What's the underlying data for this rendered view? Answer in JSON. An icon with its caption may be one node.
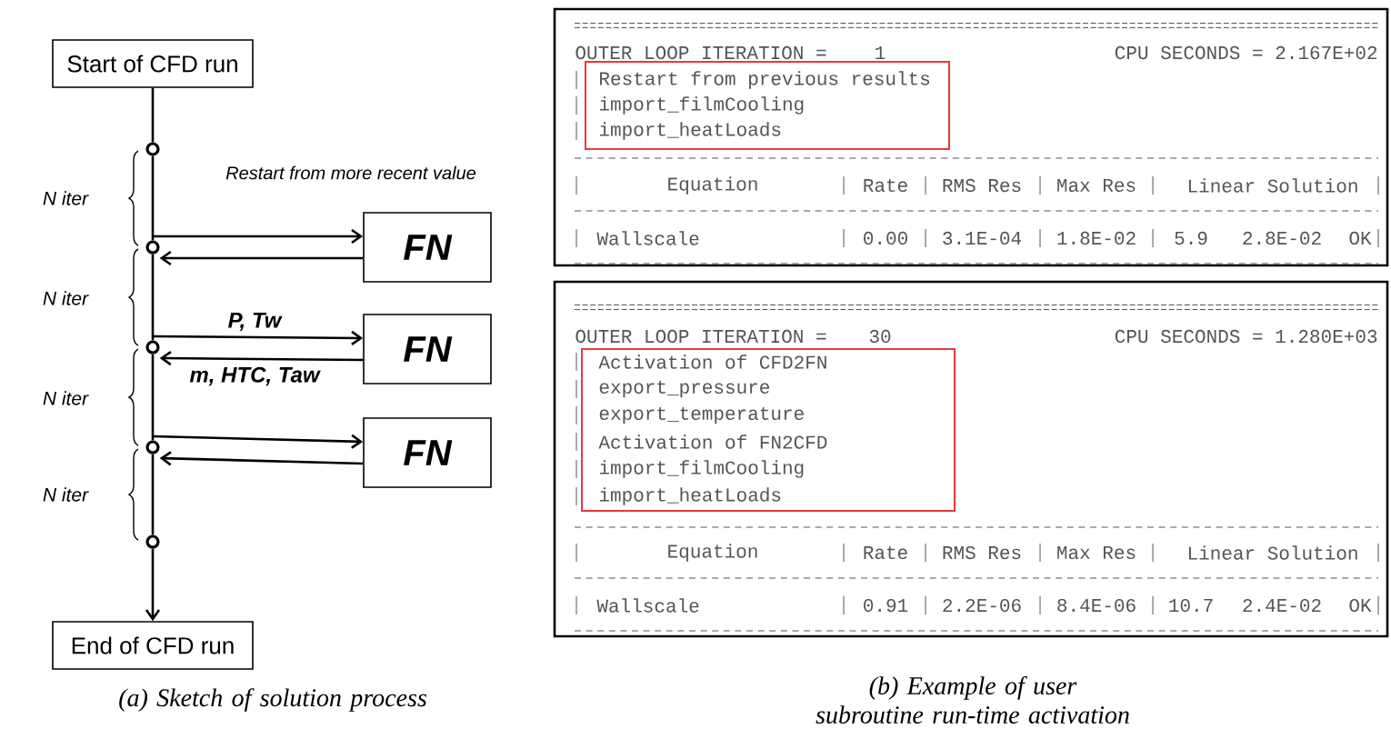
{
  "diagram": {
    "nodes": [
      {
        "text": [
          "Start of CFD run"
        ]
      },
      {
        "text": [],
        "shape": "circle"
      },
      {
        "text": [],
        "shape": "circle"
      },
      {
        "text": [],
        "shape": "circle"
      },
      {
        "text": [],
        "shape": "circle"
      },
      {
        "text": [],
        "shape": "circle"
      },
      {
        "text": [
          "FN"
        ]
      },
      {
        "text": [
          "FN"
        ]
      },
      {
        "text": [
          "FN"
        ]
      },
      {
        "text": [
          "End of CFD run"
        ]
      },
      {
        "text": [
          "OUTER LOOP ITERATION =",
          "1",
          "CPU SECONDS = 2.167E+02",
          "Equation",
          "Rate",
          "RMS Res",
          "Max Res",
          "Linear Solution",
          "Wallscale",
          "0.00",
          "3.1E-04",
          "1.8E-02",
          "5.9",
          "2.8E-02",
          "OK"
        ]
      },
      {
        "text": [
          "Restart from previous results",
          "import_filmCooling",
          "import_heatLoads"
        ],
        "in": 10
      },
      {
        "text": [
          "OUTER LOOP ITERATION =",
          "30",
          "CPU SECONDS = 1.280E+03",
          "Equation",
          "Rate",
          "RMS Res",
          "Max Res",
          "Linear Solution",
          "Wallscale",
          "0.91",
          "2.2E-06",
          "8.4E-06",
          "10.7",
          "2.4E-02",
          "OK"
        ]
      },
      {
        "text": [
          "Activation of CFD2FN",
          "export_pressure",
          "export_temperature",
          "Activation of FN2CFD",
          "import_filmCooling",
          "import_heatLoads"
        ],
        "in": 12
      }
    ],
    "edges": [
      {
        "from": 0,
        "to": 1,
        "arrow": "none"
      },
      {
        "from": 1,
        "to": 2,
        "arrow": "none"
      },
      {
        "from": 2,
        "to": 3,
        "arrow": "none"
      },
      {
        "from": 3,
        "to": 4,
        "arrow": "none"
      },
      {
        "from": 4,
        "to": 5,
        "arrow": "none"
      },
      {
        "from": 5,
        "to": 9,
        "arrow": "to"
      },
      {
        "from": 2,
        "to": 6,
        "arrow": "to"
      },
      {
        "from": 6,
        "to": 2,
        "arrow": "to"
      },
      {
        "from": 3,
        "to": 7,
        "arrow": "to",
        "label": "P, Tw"
      },
      {
        "from": 7,
        "to": 3,
        "arrow": "to",
        "label": "m, HTC, Taw"
      },
      {
        "from": 4,
        "to": 8,
        "arrow": "to"
      },
      {
        "from": 8,
        "to": 4,
        "arrow": "to"
      }
    ],
    "labels": [
      "Restart from more recent value",
      "N iter",
      "N iter",
      "N iter",
      "N iter",
      "(a) Sketch of solution process",
      "(b) Example of user subroutine run-time activation"
    ]
  }
}
